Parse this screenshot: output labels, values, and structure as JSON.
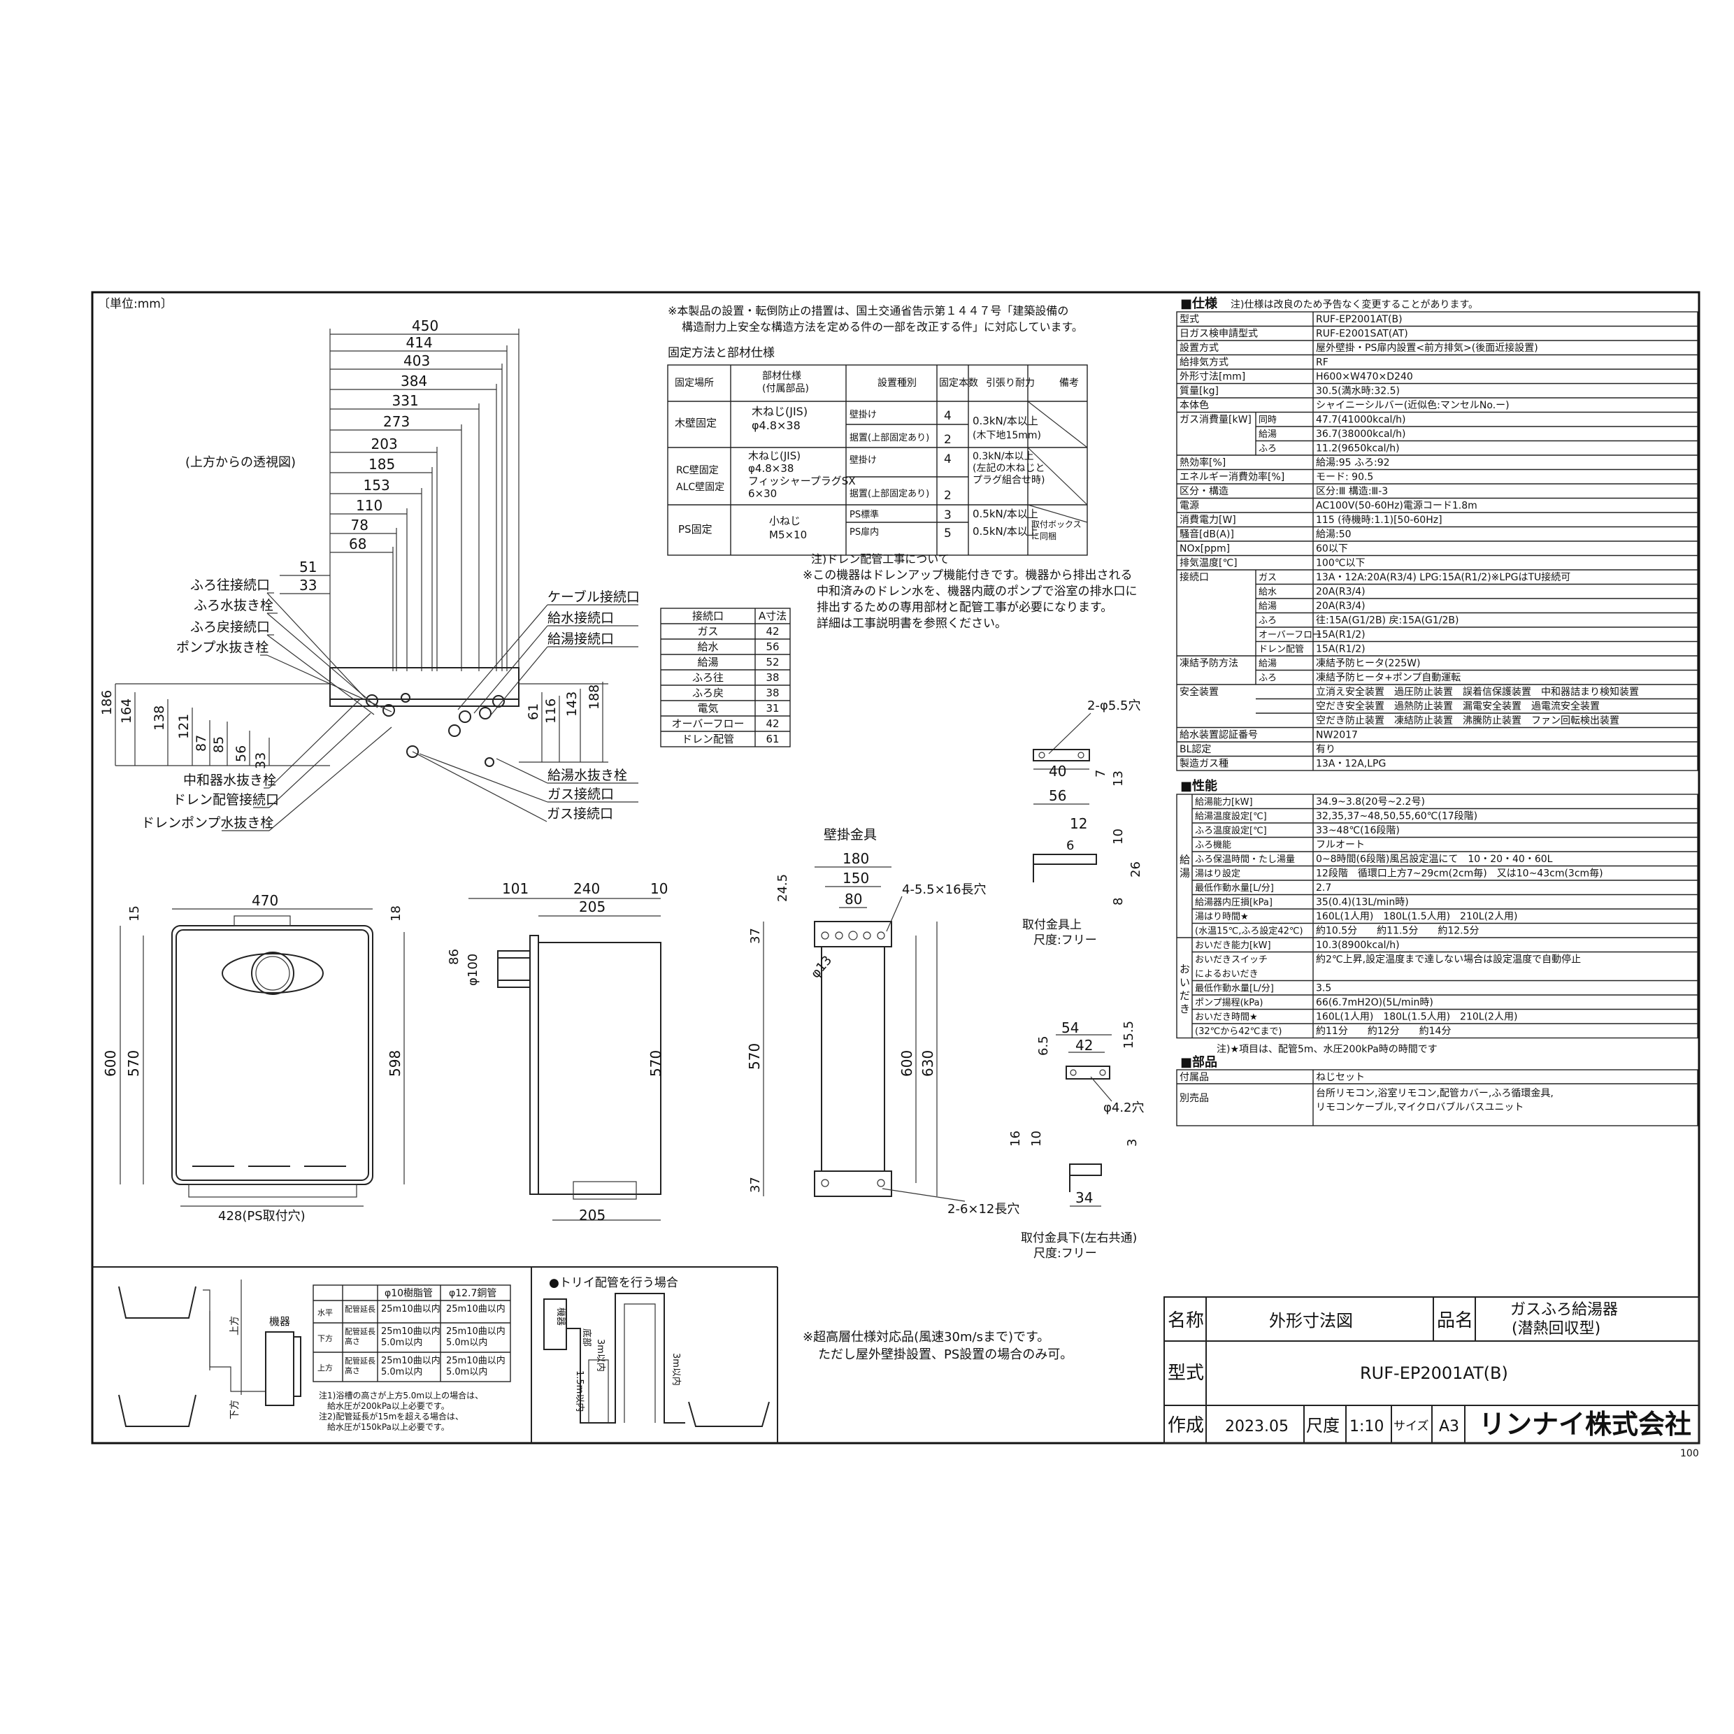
{
  "unit_note": "〔単位:mm〕",
  "top_view_label": "(上方からの透視図)",
  "top_dims": [
    "450",
    "414",
    "403",
    "384",
    "331",
    "273",
    "203",
    "185",
    "153",
    "110",
    "78",
    "68",
    "51",
    "33"
  ],
  "left_vert_dims": [
    "186",
    "164",
    "138",
    "121",
    "87",
    "85",
    "56",
    "33"
  ],
  "right_vert_dims": [
    "61",
    "116",
    "143",
    "188"
  ],
  "left_labels": [
    "ふろ往接続口",
    "ふろ水抜き栓",
    "ふろ戻接続口",
    "ポンプ水抜き栓",
    "中和器水抜き栓",
    "ドレン配管接続口",
    "ドレンポンプ水抜き栓"
  ],
  "right_labels": [
    "ケーブル接続口",
    "給水接続口",
    "給湯接続口",
    "給湯水抜き栓",
    "ガス接続口",
    "ガス接続口"
  ],
  "install_note": [
    "※本製品の設置・転倒防止の措置は、国土交通省告示第１４４７号「建築設備の",
    "構造耐力上安全な構造方法を定める件の一部を改正する件」に対応しています。"
  ],
  "fix_table_title": "固定方法と部材仕様",
  "fix_table": {
    "headers": [
      "固定場所",
      "部材仕様\n(付属部品)",
      "設置種別",
      "固定本数",
      "引張り耐力",
      "備考"
    ],
    "rows": [
      [
        "木壁固定",
        "木ねじ(JIS)\nφ4.8×38",
        "壁掛け",
        "4",
        "0.3kN/本以上",
        ""
      ],
      [
        "",
        "",
        "据置(上部固定あり)",
        "2",
        "(木下地15mm)",
        ""
      ],
      [
        "RC壁固定\nALC壁固定",
        "木ねじ(JIS)\nφ4.8×38\nフィッシャープラグSX\n6×30",
        "壁掛け",
        "4",
        "0.3kN/本以上\n(左記の木ねじと\nプラグ組合せ時)",
        ""
      ],
      [
        "",
        "",
        "据置(上部固定あり)",
        "2",
        "",
        ""
      ],
      [
        "PS固定",
        "小ねじ\nM5×10",
        "PS標準",
        "3",
        "0.5kN/本以上",
        "取付ボックス\nに同梱"
      ],
      [
        "",
        "",
        "PS扉内",
        "5",
        "0.5kN/本以上",
        ""
      ]
    ]
  },
  "drain_note": [
    "注)ドレン配管工事について",
    "※この機器はドレンアップ機能付きです。機器から排出される",
    "中和済みのドレン水を、機器内蔵のポンプで浴室の排水口に",
    "排出するための専用部材と配管工事が必要になります。",
    "詳細は工事説明書を参照ください。"
  ],
  "a_table": {
    "headers": [
      "接続口",
      "A寸法"
    ],
    "rows": [
      [
        "ガス",
        "42"
      ],
      [
        "給水",
        "56"
      ],
      [
        "給湯",
        "52"
      ],
      [
        "ふろ往",
        "38"
      ],
      [
        "ふろ戻",
        "38"
      ],
      [
        "電気",
        "31"
      ],
      [
        "オーバーフロー",
        "42"
      ],
      [
        "ドレン配管",
        "61"
      ]
    ]
  },
  "front_dims": {
    "w": "470",
    "h1": "600",
    "h2": "570",
    "h3": "598",
    "t1": "15",
    "t2": "18",
    "ps": "428(PS取付穴)"
  },
  "side_dims": {
    "d1": "101",
    "d2": "240",
    "d3": "10",
    "d4": "205",
    "d5": "205",
    "h": "570",
    "a": "86",
    "b": "φ100"
  },
  "bracket": {
    "title": "壁掛金具",
    "w1": "180",
    "w2": "150",
    "w3": "80",
    "slot": "4-5.5×16長穴",
    "d": "24.5",
    "hole": "φ13",
    "h1": "37",
    "h2": "570",
    "h3": "600",
    "h4": "630",
    "h5": "37",
    "slot2": "2-6×12長穴"
  },
  "upper_fitting": {
    "hole": "2-φ5.5穴",
    "d1": "40",
    "d2": "7",
    "d3": "13",
    "d4": "56",
    "d5": "12",
    "d6": "6",
    "d7": "10",
    "d8": "26",
    "d9": "8",
    "label1": "取付金具上",
    "label2": "尺度:フリー"
  },
  "lower_fitting": {
    "d1": "54",
    "d2": "42",
    "d3": "6.5",
    "d4": "15.5",
    "hole": "φ4.2穴",
    "d5": "16",
    "d6": "10",
    "d7": "3",
    "d8": "34",
    "label1": "取付金具下(左右共通)",
    "label2": "尺度:フリー"
  },
  "spec_title": "■仕様",
  "spec_note": "注)仕様は改良のため予告なく変更することがあります。",
  "spec_rows": [
    [
      "型式",
      "",
      "RUF-EP2001AT(B)"
    ],
    [
      "日ガス検申請型式",
      "",
      "RUF-E2001SAT(AT)"
    ],
    [
      "設置方式",
      "",
      "屋外壁掛・PS扉内設置<前方排気>(後面近接設置)"
    ],
    [
      "給排気方式",
      "",
      "RF"
    ],
    [
      "外形寸法[mm]",
      "",
      "H600×W470×D240"
    ],
    [
      "質量[kg]",
      "",
      "30.5(満水時:32.5)"
    ],
    [
      "本体色",
      "",
      "シャイニーシルバー(近似色:マンセルNo.ー)"
    ],
    [
      "ガス消費量[kW]",
      "同時",
      "47.7(41000kcal/h)"
    ],
    [
      "",
      "給湯",
      "36.7(38000kcal/h)"
    ],
    [
      "",
      "ふろ",
      "11.2(9650kcal/h)"
    ],
    [
      "熱効率[%]",
      "",
      "給湯:95 ふろ:92"
    ],
    [
      "エネルギー消費効率[%]",
      "",
      "モード: 90.5"
    ],
    [
      "区分・構造",
      "",
      "区分:Ⅲ 構造:Ⅲ-3"
    ],
    [
      "電源",
      "",
      "AC100V(50-60Hz)電源コード1.8m"
    ],
    [
      "消費電力[W]",
      "",
      "115 (待機時:1.1)[50-60Hz]"
    ],
    [
      "騒音[dB(A)]",
      "",
      "給湯:50"
    ],
    [
      "NOx[ppm]",
      "",
      "60以下"
    ],
    [
      "排気温度[℃]",
      "",
      "100℃以下"
    ],
    [
      "接続口",
      "ガス",
      "13A・12A:20A(R3/4) LPG:15A(R1/2)※LPGはTU接続可"
    ],
    [
      "",
      "給水",
      "20A(R3/4)"
    ],
    [
      "",
      "給湯",
      "20A(R3/4)"
    ],
    [
      "",
      "ふろ",
      "往:15A(G1/2B) 戻:15A(G1/2B)"
    ],
    [
      "",
      "オーバーフロー",
      "15A(R1/2)"
    ],
    [
      "",
      "ドレン配管",
      "15A(R1/2)"
    ],
    [
      "凍結予防方法",
      "給湯",
      "凍結予防ヒータ(225W)"
    ],
    [
      "",
      "ふろ",
      "凍結予防ヒータ+ポンプ自動運転"
    ],
    [
      "安全装置",
      "",
      "立消え安全装置　過圧防止装置　誤着信保護装置　中和器詰まり検知装置"
    ],
    [
      "",
      "",
      "空だき安全装置　過熱防止装置　漏電安全装置　過電流安全装置"
    ],
    [
      "",
      "",
      "空だき防止装置　凍結防止装置　沸騰防止装置　ファン回転検出装置"
    ],
    [
      "給水装置認証番号",
      "",
      "NW2017"
    ],
    [
      "BL認定",
      "",
      "有り"
    ],
    [
      "製造ガス種",
      "",
      "13A・12A,LPG"
    ]
  ],
  "perf_title": "■性能",
  "perf_rows": [
    [
      "給湯",
      "給湯能力[kW]",
      "34.9~3.8(20号~2.2号)"
    ],
    [
      "",
      "給湯温度設定[℃]",
      "32,35,37~48,50,55,60℃(17段階)"
    ],
    [
      "",
      "ふろ温度設定[℃]",
      "33~48℃(16段階)"
    ],
    [
      "",
      "ふろ機能",
      "フルオート"
    ],
    [
      "",
      "ふろ保温時間・たし湯量",
      "0~8時間(6段階)風呂設定温にて　10・20・40・60L"
    ],
    [
      "",
      "湯はり設定",
      "12段階　循環口上方7~29cm(2cm毎)　又は10~43cm(3cm毎)"
    ],
    [
      "",
      "最低作動水量[L/分]",
      "2.7"
    ],
    [
      "",
      "給湯器内圧損[kPa]",
      "35(0.4)(13L/min時)"
    ],
    [
      "",
      "湯はり時間★",
      "160L(1人用)　180L(1.5人用)　210L(2人用)"
    ],
    [
      "",
      "(水温15℃,ふろ設定42℃)",
      "約10.5分　　約11.5分　　約12.5分"
    ],
    [
      "おいだき",
      "おいだき能力[kW]",
      "10.3(8900kcal/h)"
    ],
    [
      "",
      "おいだきスイッチ\nによるおいだき",
      "約2℃上昇,設定温度まで達しない場合は設定温度で自動停止"
    ],
    [
      "",
      "最低作動水量[L/分]",
      "3.5"
    ],
    [
      "",
      "ポンプ揚程(kPa)",
      "66(6.7mH2O)(5L/min時)"
    ],
    [
      "",
      "おいだき時間★",
      "160L(1人用)　180L(1.5人用)　210L(2人用)"
    ],
    [
      "",
      "(32℃から42℃まで)",
      "約11分　　約12分　　約14分"
    ]
  ],
  "perf_note": "注)★項目は、配管5m、水圧200kPa時の時間です",
  "parts_title": "■部品",
  "parts_rows": [
    [
      "付属品",
      "ねじセット"
    ],
    [
      "別売品",
      "台所リモコン,浴室リモコン,配管カバー,ふろ循環金具,\nリモコンケーブル,マイクロバブルバスユニット"
    ]
  ],
  "pipe_table": {
    "headers": [
      "",
      "",
      "φ10樹脂管",
      "φ12.7銅管"
    ],
    "rows": [
      [
        "水平",
        "配管延長",
        "25m10曲以内",
        "25m10曲以内"
      ],
      [
        "下方",
        "配管延長\n高さ",
        "25m10曲以内\n5.0m以内",
        "25m10曲以内\n5.0m以内"
      ],
      [
        "上方",
        "配管延長\n高さ",
        "25m10曲以内\n5.0m以内",
        "25m10曲以内\n5.0m以内"
      ]
    ]
  },
  "pipe_notes": [
    "注1)浴槽の高さが上方5.0m以上の場合は、",
    "　給水圧が200kPa以上必要です。",
    "注2)配管延長が15mを超える場合は、",
    "　給水圧が150kPa以上必要です。"
  ],
  "pipe_labels": {
    "up": "上方",
    "down": "下方",
    "unit": "機器"
  },
  "trap_title": "●トリイ配管を行う場合",
  "trap_labels": {
    "unit": "機器",
    "bottom": "底部",
    "a": "3m以内",
    "b": "1.5m以内",
    "c": "3m以内"
  },
  "high_note": [
    "※超高層仕様対応品(風速30m/sまで)です。",
    "ただし屋外壁掛設置、PS設置の場合のみ可。"
  ],
  "title_block": {
    "name_label": "名称",
    "name": "外形寸法図",
    "product_label": "品名",
    "product": "ガスふろ給湯器\n(潜熱回収型)",
    "model_label": "型式",
    "model": "RUF-EP2001AT(B)",
    "made_label": "作成",
    "date": "2023.05",
    "scale_label": "尺度",
    "scale": "1:10",
    "size_label": "サイズ",
    "size": "A3",
    "company": "リンナイ株式会社",
    "page": "100"
  }
}
